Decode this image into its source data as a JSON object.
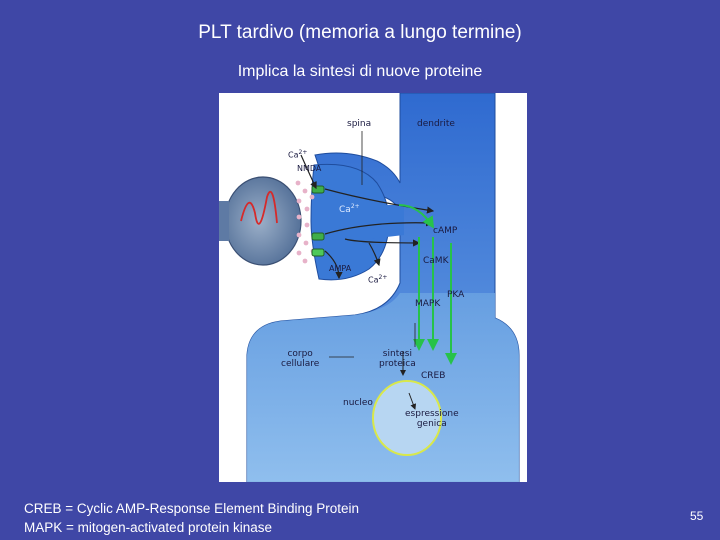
{
  "slide": {
    "title": "PLT tardivo (memoria a lungo termine)",
    "subtitle": "Implica la sintesi di nuove proteine",
    "page_number": "55"
  },
  "figure": {
    "labels": {
      "spina": "spina",
      "dendrite": "dendrite",
      "ca_top": "Ca",
      "ca_top_sup": "2+",
      "nmda": "NMDA",
      "ca_mid": "Ca",
      "ca_mid_sup": "2+",
      "camp": "cAMP",
      "camk": "CaMK",
      "pka": "PKA",
      "mapk": "MAPK",
      "ampa": "AMPA",
      "ca_bottom": "Ca",
      "ca_bottom_sup": "2+",
      "corpo_cellulare": "corpo\ncellulare",
      "sintesi_proteica": "sintesi\nproteica",
      "creb": "CREB",
      "nucleo": "nucleo",
      "espressione_genica": "espressione\ngenica"
    }
  },
  "footnotes": {
    "creb_def": "CREB = Cyclic AMP-Response Element Binding Protein",
    "mapk_def": "MAPK = mitogen-activated protein kinase"
  }
}
